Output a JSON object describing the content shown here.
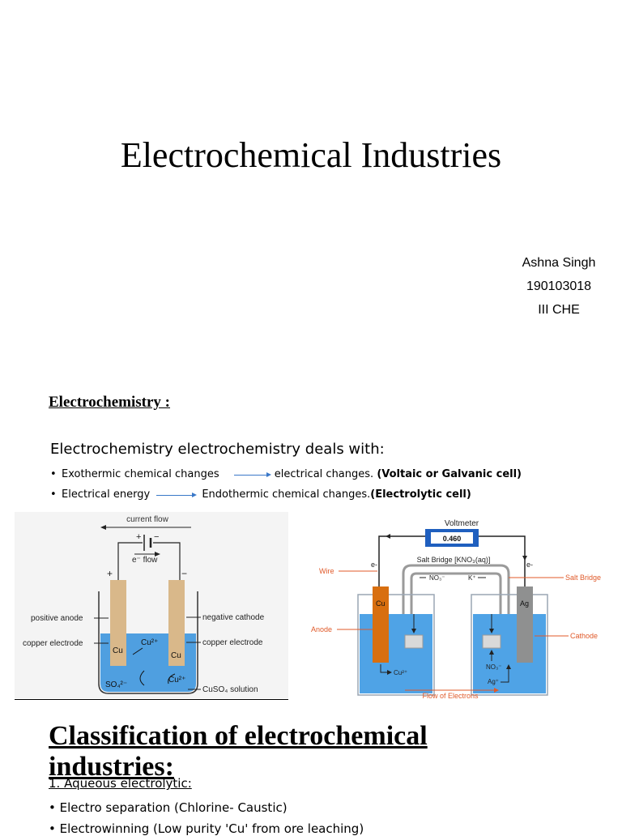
{
  "title": "Electrochemical Industries",
  "author": {
    "name": "Ashna Singh",
    "roll": "190103018",
    "class": "III CHE"
  },
  "section_heading": "Electrochemistry :",
  "intro": "Electrochemistry electrochemistry deals with:",
  "bullets": [
    {
      "left": "Exothermic chemical changes",
      "right": "electrical changes.",
      "bold": "(Voltaic or Galvanic cell)"
    },
    {
      "left": "Electrical energy",
      "right": "Endothermic chemical changes.",
      "bold": "(Electrolytic cell)"
    }
  ],
  "diagram1": {
    "current_flow": "current flow",
    "plus": "+",
    "minus": "−",
    "e_flow": "e⁻ flow",
    "positive_anode": "positive anode",
    "copper_electrode_left": "copper electrode",
    "negative_cathode": "negative cathode",
    "copper_electrode_right": "copper electrode",
    "cu_left": "Cu",
    "cu_right": "Cu",
    "cu2_top": "Cu²⁺",
    "cu2_bottom": "Cu²⁺",
    "so4": "SO₄²⁻",
    "solution": "CuSO₄ solution"
  },
  "diagram2": {
    "voltmeter": "Voltmeter",
    "reading": "0.460",
    "salt_bridge": "Salt Bridge [KNO₃(aq)]",
    "no3": "NO₃⁻",
    "k": "K⁺",
    "wire": "Wire",
    "salt_bridge_label": "Salt Bridge",
    "anode": "Anode",
    "cathode": "Cathode",
    "cu": "Cu",
    "ag": "Ag",
    "e_left": "e-",
    "e_right": "e-",
    "cu2": "Cu²⁺",
    "no3_low": "NO₃⁻",
    "ag_plus": "Ag⁺",
    "flow": "Flow of Electrons"
  },
  "classification_heading": "Classification of electrochemical industries:",
  "list": {
    "item1": "1.    Aqueous electrolytic:",
    "item2": "•  Electro separation (Chlorine- Caustic)",
    "item3": "•  Electrowinning (Low purity 'Cu' from ore leaching)"
  },
  "colors": {
    "solution_blue": "#4f9fe0",
    "electrode_tan": "#d9b88a",
    "cu_orange": "#d86f10",
    "ag_gray": "#8f9090",
    "label_red": "#e05a2a",
    "arrow_blue": "#3a78c8"
  }
}
